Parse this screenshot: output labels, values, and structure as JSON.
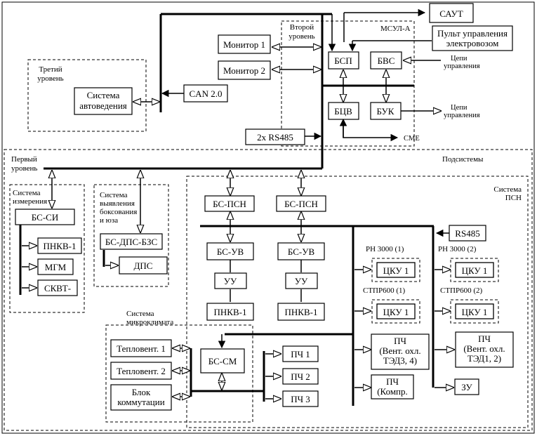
{
  "levels": {
    "third": [
      "Третий",
      "уровень"
    ],
    "second": [
      "Второй",
      "уровень"
    ],
    "first": [
      "Первый",
      "уровень"
    ]
  },
  "groups": {
    "msul": "МСУЛ-А",
    "subsystems": "Подсистемы",
    "measure": [
      "Система",
      "измерения"
    ],
    "slip": [
      "Система",
      "выявления",
      "боксования",
      "и юза"
    ],
    "psn": [
      "Система",
      "ПСН"
    ],
    "climate": [
      "Система",
      "микроклимата"
    ]
  },
  "blocks": {
    "saut": "САУТ",
    "pult": [
      "Пульт управления",
      "электровозом"
    ],
    "monitor1": "Монитор 1",
    "monitor2": "Монитор 2",
    "bsp": "БСП",
    "bvs": "БВС",
    "bcv": "БЦВ",
    "buk": "БУК",
    "avtoved": [
      "Система",
      "автоведения"
    ],
    "can": "CAN 2.0",
    "rs485_2x": "2x RS485",
    "sme": "СМЕ",
    "control_circuits": [
      "Цепи",
      "управления"
    ],
    "bs_si": "БС-СИ",
    "pnkv1_a": "ПНКВ-1",
    "mgm": "МГМ",
    "skvt": "СКВТ-",
    "bs_dps_bzs": "БС-ДПС-БЗС",
    "dps": "ДПС",
    "bs_psn": "БС-ПСН",
    "bs_uv": "БС-УВ",
    "uu": "УУ",
    "pnkv1": "ПНКВ-1",
    "rs485": "RS485",
    "rn3000_1": "РН 3000 (1)",
    "rn3000_2": "РН 3000 (2)",
    "stpr600_1": "СТПР600 (1)",
    "stpr600_2": "СТПР600 (2)",
    "cku1": "ЦКУ 1",
    "pch_ted34": [
      "ПЧ",
      "(Вент. охл.",
      "ТЭД3, 4)"
    ],
    "pch_ted12": [
      "ПЧ",
      "(Вент. охл.",
      "ТЭД1, 2)"
    ],
    "pch_kompr": [
      "ПЧ",
      "(Компр."
    ],
    "zu": "ЗУ",
    "teplovent1": "Тепловент. 1",
    "teplovent2": "Тепловент. 2",
    "blok_komm": [
      "Блок",
      "коммутации"
    ],
    "bs_sm": "БС-СМ",
    "pch1": "ПЧ 1",
    "pch2": "ПЧ 2",
    "pch3": "ПЧ 3"
  }
}
